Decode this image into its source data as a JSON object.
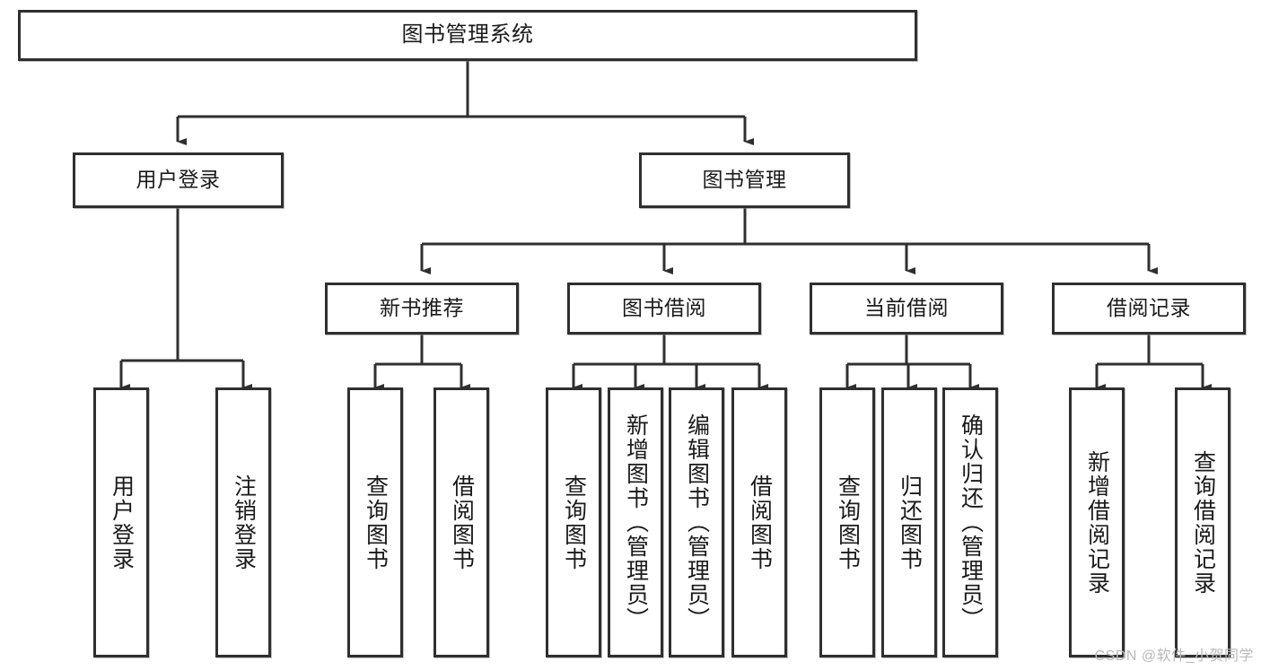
{
  "diagram": {
    "type": "tree",
    "title": "图书管理系统",
    "watermark": "CSDN @软件_小贺同学",
    "nodes": {
      "root": {
        "label": "图书管理系统"
      },
      "level2": [
        {
          "id": "user-login",
          "label": "用户登录"
        },
        {
          "id": "book-manage",
          "label": "图书管理"
        }
      ],
      "level3": [
        {
          "id": "new-book-recommend",
          "label": "新书推荐"
        },
        {
          "id": "book-borrow",
          "label": "图书借阅"
        },
        {
          "id": "current-borrow",
          "label": "当前借阅"
        },
        {
          "id": "borrow-record",
          "label": "借阅记录"
        }
      ],
      "leaves": {
        "user_login": [
          {
            "id": "leaf-user-login",
            "label": "用户登录"
          },
          {
            "id": "leaf-logout-login",
            "label": "注销登录"
          }
        ],
        "new_book_recommend": [
          {
            "id": "leaf-query-book-1",
            "label": "查询图书"
          },
          {
            "id": "leaf-borrow-book-1",
            "label": "借阅图书"
          }
        ],
        "book_borrow": [
          {
            "id": "leaf-query-book-2",
            "label": "查询图书"
          },
          {
            "id": "leaf-add-book",
            "label": "新增图书（管理员）"
          },
          {
            "id": "leaf-edit-book",
            "label": "编辑图书（管理员）"
          },
          {
            "id": "leaf-borrow-book-2",
            "label": "借阅图书"
          }
        ],
        "current_borrow": [
          {
            "id": "leaf-query-book-3",
            "label": "查询图书"
          },
          {
            "id": "leaf-return-book",
            "label": "归还图书"
          },
          {
            "id": "leaf-confirm-return",
            "label": "确认归还（管理员）"
          }
        ],
        "borrow_record": [
          {
            "id": "leaf-add-record",
            "label": "新增借阅记录"
          },
          {
            "id": "leaf-query-record",
            "label": "查询借阅记录"
          }
        ]
      }
    },
    "colors": {
      "stroke": "#2f2f2f",
      "fill": "#ffffff",
      "text": "#1a1a1a",
      "watermark": "#b9b9b9"
    }
  }
}
